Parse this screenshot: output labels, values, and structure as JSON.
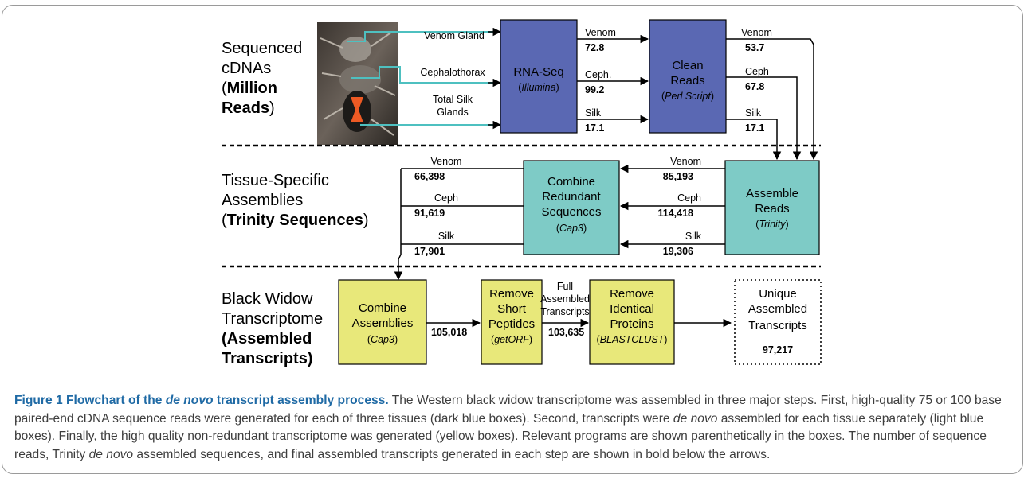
{
  "sections": {
    "sequenced": {
      "line1": "Sequenced",
      "line2": "cDNAs",
      "line3_open": "(",
      "line3_bold": "Million",
      "line4_bold": "Reads",
      "line4_close": ")"
    },
    "tissue": {
      "line1": "Tissue-Specific",
      "line2": "Assemblies",
      "line3_open": "(",
      "line3_bold": "Trinity Sequences",
      "line3_close": ")"
    },
    "widow": {
      "line1": "Black Widow",
      "line2": "Transcriptome",
      "line3_bold": "(Assembled",
      "line4_bold": "Transcripts)"
    }
  },
  "tissues": {
    "venom_gland": "Venom Gland",
    "cephalothorax": "Cephalothorax",
    "silk_line1": "Total Silk",
    "silk_line2": "Glands"
  },
  "boxes": {
    "rnaseq": {
      "line1": "RNA-Seq",
      "open": "(",
      "italic": "Illumina",
      "close": ")"
    },
    "clean": {
      "line1": "Clean",
      "line2": "Reads",
      "open": "(",
      "italic": "Perl Script",
      "close": ")"
    },
    "assemble": {
      "line1": "Assemble",
      "line2": "Reads",
      "open": "(",
      "italic": "Trinity",
      "close": ")"
    },
    "combine_red": {
      "line1": "Combine",
      "line2": "Redundant",
      "line3": "Sequences",
      "open": "(",
      "italic": "Cap3",
      "close": ")"
    },
    "combine_asm": {
      "line1": "Combine",
      "line2": "Assemblies",
      "open": "(",
      "italic": "Cap3",
      "close": ")"
    },
    "remove_short": {
      "line1": "Remove",
      "line2": "Short",
      "line3": "Peptides",
      "open": "(",
      "italic": "getORF",
      "close": ")"
    },
    "remove_ident": {
      "line1": "Remove",
      "line2": "Identical",
      "line3": "Proteins",
      "open": "(",
      "italic": "BLASTCLUST",
      "close": ")"
    },
    "unique": {
      "line1": "Unique",
      "line2": "Assembled",
      "line3": "Transcripts",
      "value": "97,217"
    }
  },
  "flows": {
    "rna_out": [
      {
        "label": "Venom",
        "value": "72.8"
      },
      {
        "label": "Ceph.",
        "value": "99.2"
      },
      {
        "label": "Silk",
        "value": "17.1"
      }
    ],
    "clean_out": [
      {
        "label": "Venom",
        "value": "53.7"
      },
      {
        "label": "Ceph",
        "value": "67.8"
      },
      {
        "label": "Silk",
        "value": "17.1"
      }
    ],
    "assemble_out": [
      {
        "label": "Venom",
        "value": "85,193"
      },
      {
        "label": "Ceph",
        "value": "114,418"
      },
      {
        "label": "Silk",
        "value": "19,306"
      }
    ],
    "combine_out": [
      {
        "label": "Venom",
        "value": "66,398"
      },
      {
        "label": "Ceph",
        "value": "91,619"
      },
      {
        "label": "Silk",
        "value": "17,901"
      }
    ],
    "combine_asm_out": "105,018",
    "full": {
      "line1": "Full",
      "line2": "Assembled",
      "line3": "Transcripts",
      "value": "103,635"
    }
  },
  "caption": {
    "fig_label": "Figure 1 Flowchart of the ",
    "fig_italic": "de novo",
    "fig_rest": " transcript assembly process.",
    "text1": " The Western black widow transcriptome was assembled in three major steps. First, high-quality 75 or 100 base paired-end cDNA sequence reads were generated for each of three tissues (dark blue boxes). Second, transcripts were ",
    "italic2": "de novo",
    "text2": " assembled for each tissue separately (light blue boxes). Finally, the high quality non-redundant transcriptome was generated (yellow boxes). Relevant programs are shown parenthetically in the boxes. The number of sequence reads, Trinity ",
    "italic3": "de novo",
    "text3": " assembled sequences, and final assembled transcripts generated in each step are shown in bold below the arrows."
  },
  "colors": {
    "dark_blue": "#5a68b3",
    "light_blue": "#7ecbc6",
    "yellow": "#e8e87a",
    "teal_line": "#4ec0c0",
    "caption_title": "#1f6aa5"
  },
  "photo": {
    "description_icon": "spider-photo"
  }
}
